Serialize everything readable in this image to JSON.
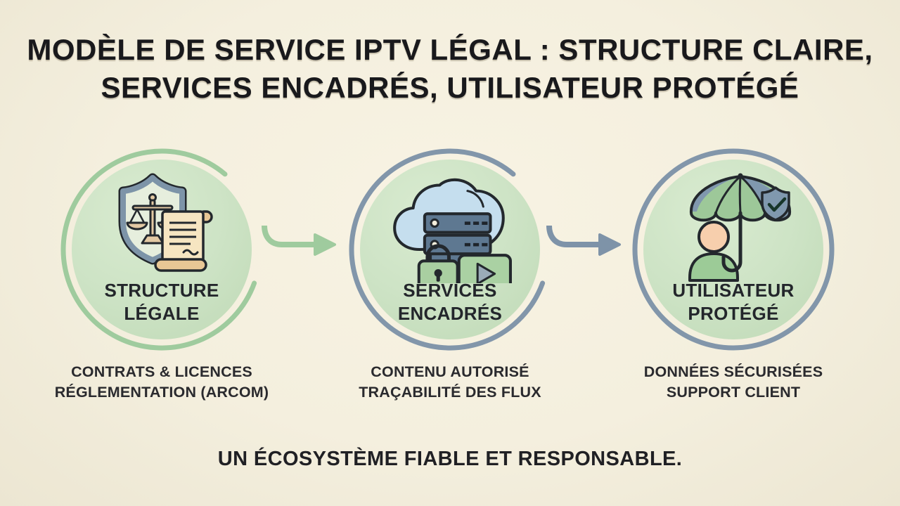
{
  "title": {
    "line1": "MODÈLE DE SERVICE IPTV LÉGAL : STRUCTURE CLAIRE,",
    "line2": "SERVICES ENCADRÉS, UTILISATEUR PROTÉGÉ"
  },
  "steps": [
    {
      "icon": "shield-scales-scroll-icon",
      "label": [
        "STRUCTURE",
        "LÉGALE"
      ],
      "caption": [
        "CONTRATS & LICENCES",
        "RÉGLEMENTATION (ARCOM)"
      ],
      "ring_color": "#9fcb9e"
    },
    {
      "icon": "cloud-server-lock-player-icon",
      "label": [
        "SERVICES",
        "ENCADRÉS"
      ],
      "caption": [
        "CONTENU AUTORISÉ",
        "TRAÇABILITÉ DES FLUX"
      ],
      "ring_color": "#8296aa"
    },
    {
      "icon": "umbrella-user-shield-icon",
      "label": [
        "UTILISATEUR",
        "PROTÉGÉ"
      ],
      "caption": [
        "DONNÉES SÉCURISÉES",
        "SUPPORT CLIENT"
      ],
      "ring_color": "#8296aa"
    }
  ],
  "arrows": [
    {
      "direction": "right",
      "color": "#9fcb9e"
    },
    {
      "direction": "right",
      "color": "#7e93a8"
    }
  ],
  "footer": "UN ÉCOSYSTÈME FIABLE ET RESPONSABLE.",
  "colors": {
    "background": "#f4efde",
    "title_text": "#19191c",
    "ring_green": "#9fcb9e",
    "ring_blue": "#8296aa",
    "circle_fill": "#cde3c5",
    "arrow_green": "#9fcb9e",
    "arrow_blue": "#7e93a8",
    "outline_dark": "#23282d"
  }
}
